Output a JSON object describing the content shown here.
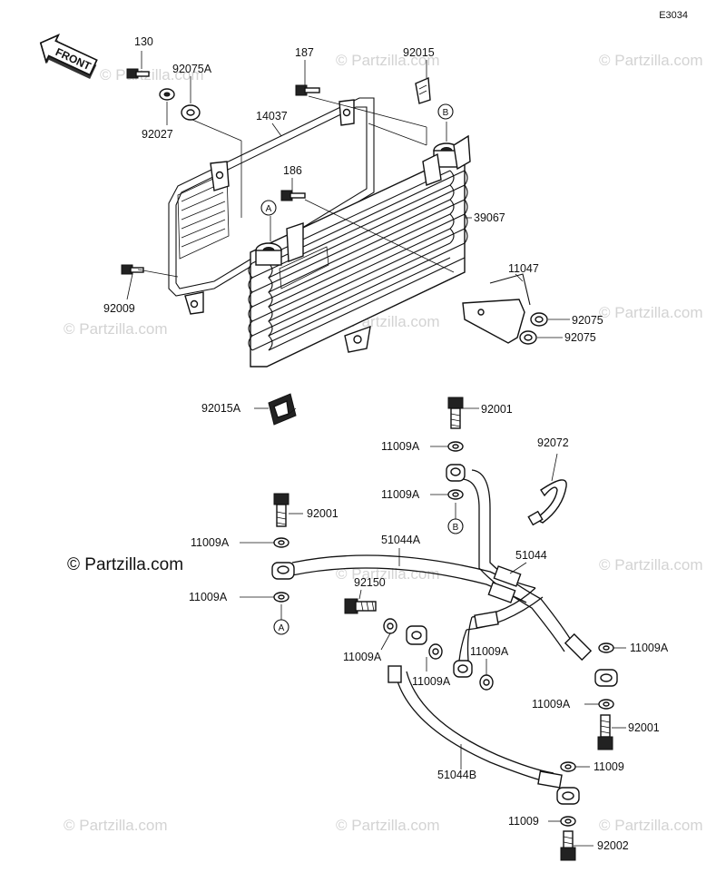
{
  "diagram_code": "E3034",
  "front_label": "FRONT",
  "watermark_text": "© Partzilla.com",
  "reference_markers": {
    "a": "A",
    "b": "B"
  },
  "part_labels": {
    "p130": "130",
    "p92075A": "92075A",
    "p92027": "92027",
    "p14037": "14037",
    "p187": "187",
    "p92015": "92015",
    "p186": "186",
    "p39067": "39067",
    "p92009": "92009",
    "p11047": "11047",
    "p92075_1": "92075",
    "p92075_2": "92075",
    "p92015A": "92015A",
    "p92001_top": "92001",
    "p11009A_1": "11009A",
    "p11009A_2": "11009A",
    "p92072": "92072",
    "p92001_left": "92001",
    "p11009A_3": "11009A",
    "p51044A": "51044A",
    "p51044": "51044",
    "p11009A_4": "11009A",
    "p92150": "92150",
    "p11009A_5": "11009A",
    "p11009A_6": "11009A",
    "p11009A_7": "11009A",
    "p11009A_8": "11009A",
    "p11009A_9": "11009A",
    "p92001_right": "92001",
    "p51044B": "51044B",
    "p11009_1": "11009",
    "p11009_2": "11009",
    "p92002": "92002"
  },
  "colors": {
    "line": "#111111",
    "watermark": "#d3d3d3",
    "background": "#ffffff"
  }
}
